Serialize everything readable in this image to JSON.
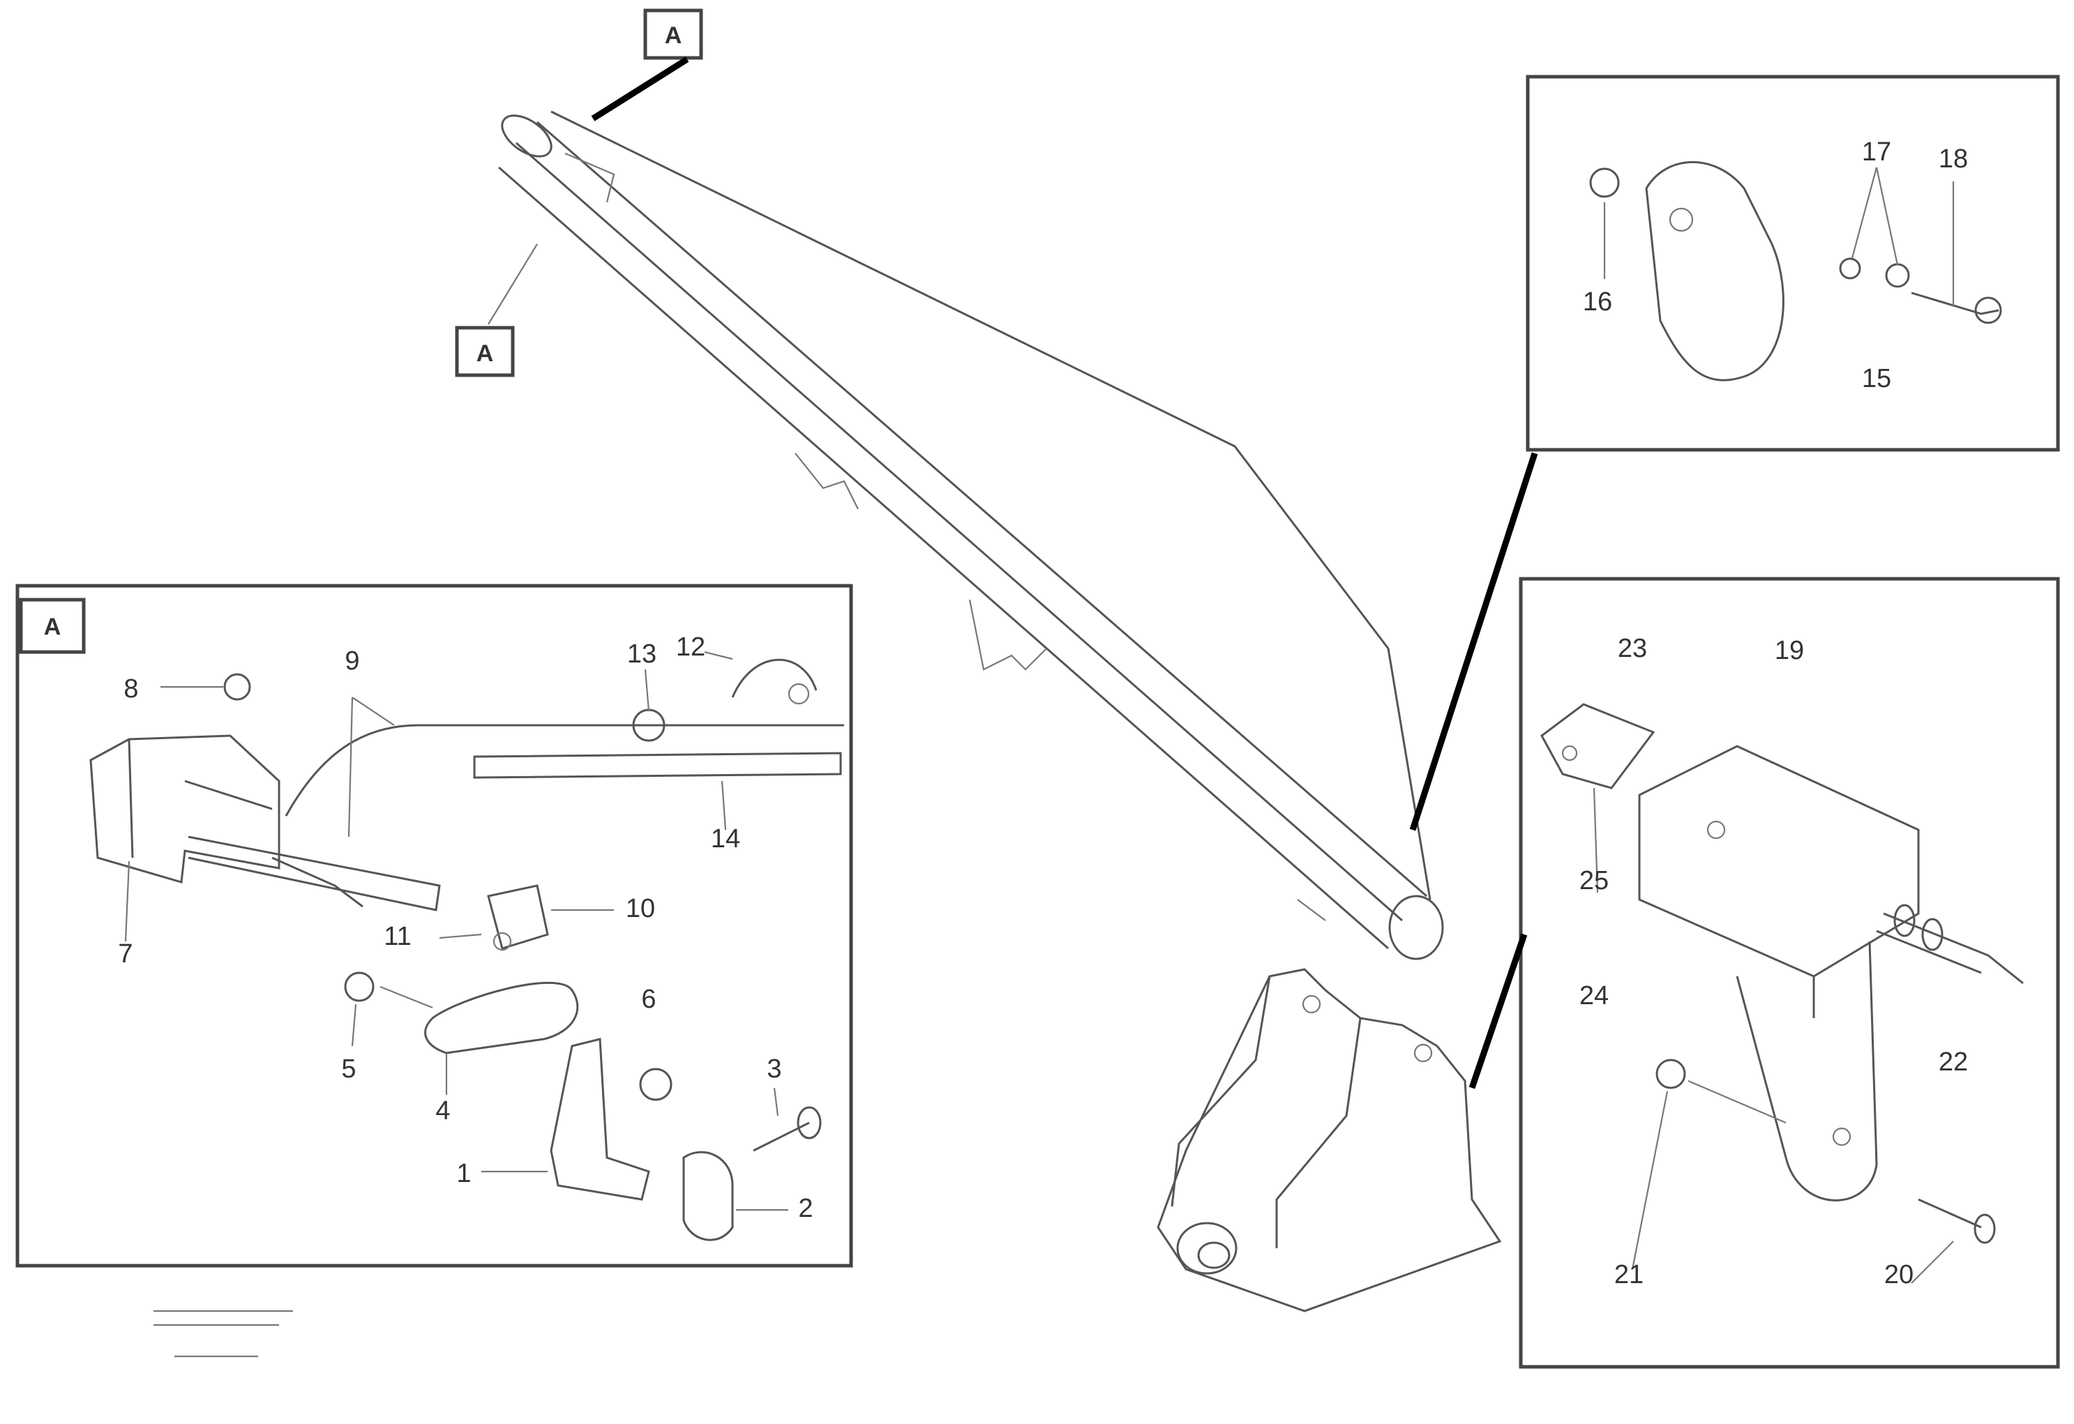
{
  "detail_marker": "A",
  "callouts": {
    "c1": "1",
    "c2": "2",
    "c3": "3",
    "c4": "4",
    "c5": "5",
    "c6": "6",
    "c7": "7",
    "c8": "8",
    "c9": "9",
    "c10": "10",
    "c11": "11",
    "c12": "12",
    "c13": "13",
    "c14": "14",
    "c15": "15",
    "c16": "16",
    "c17": "17",
    "c18": "18",
    "c19": "19",
    "c20": "20",
    "c21": "21",
    "c22": "22",
    "c23": "23",
    "c24": "24",
    "c25": "25"
  }
}
